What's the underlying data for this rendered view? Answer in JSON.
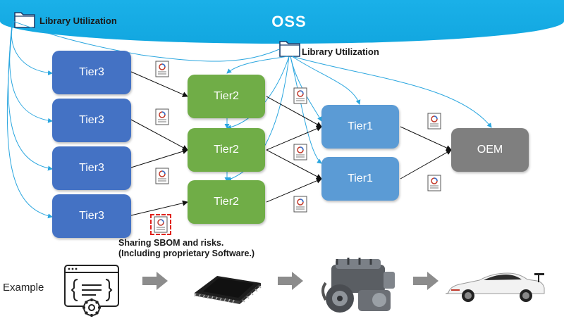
{
  "banner": {
    "title": "OSS"
  },
  "library_utilization": {
    "top_label": "Library Utilization",
    "mid_label": "Library Utilization"
  },
  "nodes": {
    "tier3": [
      "Tier3",
      "Tier3",
      "Tier3",
      "Tier3"
    ],
    "tier2": [
      "Tier2",
      "Tier2",
      "Tier2"
    ],
    "tier1": [
      "Tier1",
      "Tier1"
    ],
    "oem": "OEM"
  },
  "note": {
    "line1": "Sharing SBOM and risks.",
    "line2": "(Including proprietary Software.)"
  },
  "example": {
    "label": "Example",
    "steps": [
      "software-icon",
      "chip-icon",
      "engine-icon",
      "car-icon"
    ]
  },
  "colors": {
    "oss_banner": "#1ab0e8",
    "tier3": "#4472c4",
    "tier2": "#70ad47",
    "tier1": "#5b9bd5",
    "oem": "#7f7f7f",
    "highlight": "#e0211b"
  }
}
